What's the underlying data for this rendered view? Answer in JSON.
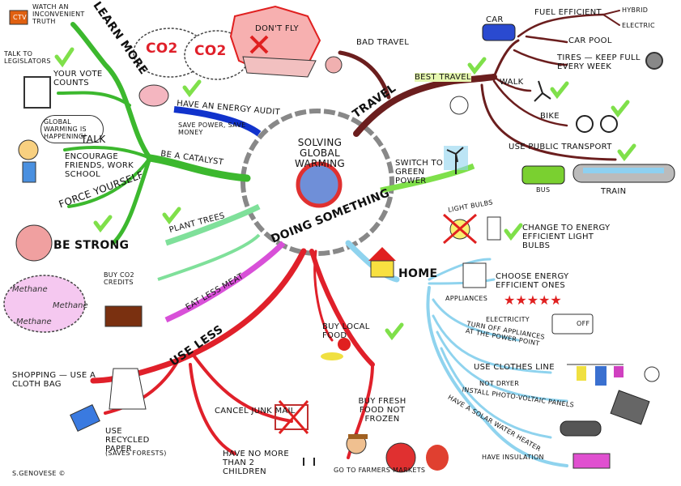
{
  "center": {
    "title": "SOLVING GLOBAL WARMING",
    "subtitle": "DOING SOMETHING"
  },
  "learn": {
    "branch": "LEARN MORE",
    "watch": "WATCH AN INCONVENIENT TRUTH",
    "legislators": "TALK TO LEGISLATORS",
    "vote": "YOUR VOTE COUNTS",
    "speech": "GLOBAL WARMING IS HAPPENING!",
    "talk": "TALK",
    "encourage": "ENCOURAGE FRIENDS, WORK SCHOOL",
    "force": "FORCE YOURSELF",
    "strong": "BE STRONG",
    "catalyst": "BE A CATALYST",
    "tv": "CTV"
  },
  "audit": {
    "label": "HAVE AN ENERGY AUDIT",
    "sub": "SAVE POWER, SAVE MONEY"
  },
  "trees": {
    "plant": "PLANT TREES",
    "credits": "BUY CO2 CREDITS"
  },
  "meat": {
    "label": "EAT LESS MEAT",
    "methane": [
      "Methane",
      "Methane",
      "Methane"
    ]
  },
  "use_less": {
    "branch": "USE LESS",
    "shopping": "SHOPPING — USE A CLOTH BAG",
    "paper": "USE RECYCLED PAPER",
    "paper_note": "(SAVES FORESTS)",
    "junk": "CANCEL JUNK MAIL",
    "children": "HAVE NO MORE THAN 2 CHILDREN"
  },
  "food": {
    "local": "BUY LOCAL FOOD",
    "fresh": "BUY FRESH FOOD NOT FROZEN",
    "markets": "GO TO FARMERS MARKETS"
  },
  "fly": {
    "label": "DON'T FLY",
    "co2": [
      "CO2",
      "CO2"
    ],
    "bad_travel": "BAD TRAVEL"
  },
  "travel": {
    "branch": "TRAVEL",
    "best": "BEST TRAVEL",
    "car": "CAR",
    "fuel": "FUEL EFFICIENT",
    "hybrid": "HYBRID",
    "electric": "ELECTRIC",
    "carpool": "CAR POOL",
    "tires": "TIRES — KEEP FULL EVERY WEEK",
    "walk": "WALK",
    "bike": "BIKE",
    "public": "USE PUBLIC TRANSPORT",
    "bus": "BUS",
    "train": "TRAIN"
  },
  "green": {
    "label": "SWITCH TO GREEN POWER"
  },
  "home": {
    "branch": "HOME",
    "bulbs": "LIGHT BULBS",
    "change": "CHANGE TO ENERGY EFFICIENT LIGHT BULBS",
    "choose": "CHOOSE ENERGY EFFICIENT ONES",
    "appliances": "APPLIANCES",
    "electricity": "ELECTRICITY",
    "turnoff": "TURN OFF APPLIANCES AT THE POWER POINT",
    "off": "OFF",
    "clothes": "USE CLOTHES LINE",
    "dryer": "NOT DRYER",
    "pv": "INSTALL PHOTO-VOLTAIC PANELS",
    "solar": "HAVE A SOLAR WATER HEATER",
    "insulation": "HAVE INSULATION"
  },
  "credit": "S.GENOVESE ©",
  "colors": {
    "green": "#3cb82e",
    "brown": "#6b1e1e",
    "blue": "#1133cc",
    "sky": "#8fd3ee",
    "red": "#e0202a",
    "pink": "#d850d8",
    "lime": "#7fe04a"
  }
}
